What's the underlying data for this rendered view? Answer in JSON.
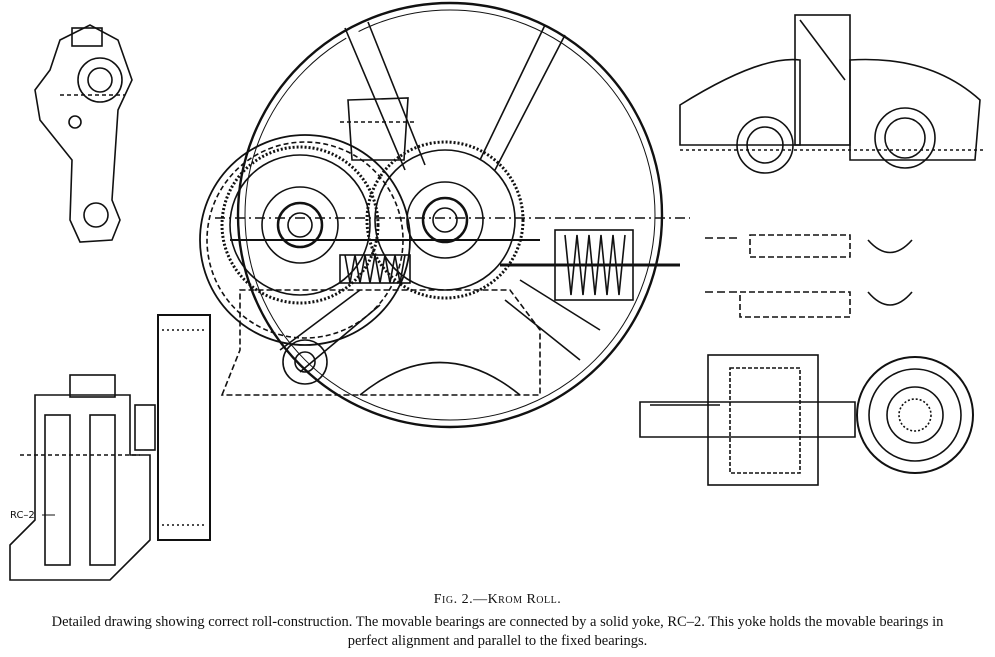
{
  "figure": {
    "title": "Fig. 2.—Krom Roll.",
    "caption": "Detailed drawing showing correct roll-construction.   The movable bearings are connected by a solid yoke, RC–2.   This yoke holds the movable bearings in perfect alignment and parallel to the fixed bearings."
  },
  "labels": {
    "yoke_label": "RC–2"
  }
}
